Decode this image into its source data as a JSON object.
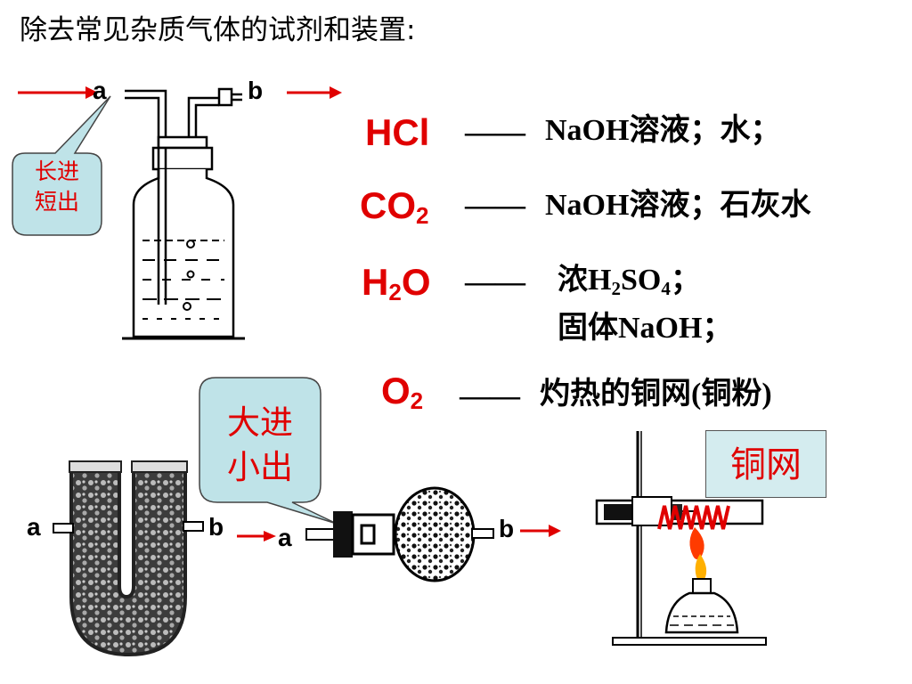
{
  "title": "除去常见杂质气体的试剂和装置:",
  "rows": [
    {
      "formula": "HCl",
      "subscript": "",
      "dash": "——",
      "reagent_line1": "NaOH溶液；水；"
    },
    {
      "formula": "CO",
      "subscript": "2",
      "dash": "——",
      "reagent_line1": "NaOH溶液；石灰水"
    },
    {
      "formula_a": "H",
      "subscript": "2",
      "formula_b": "O",
      "dash": "——",
      "reagent_a": "浓H",
      "reagent_sub1": "2",
      "reagent_b": "SO",
      "reagent_sub2": "4",
      "reagent_c": "；",
      "reagent_line2": "固体NaOH；"
    },
    {
      "formula": "O",
      "subscript": "2",
      "dash": "——",
      "reagent_line1": "灼热的铜网(铜粉)"
    }
  ],
  "bottle": {
    "inlet_label": "a",
    "outlet_label": "b",
    "callout": [
      "长进",
      "短出"
    ]
  },
  "utube": {
    "inlet_label": "a",
    "outlet_label": "b"
  },
  "drying_tube": {
    "inlet_label": "a",
    "outlet_label": "b",
    "callout": [
      "大进",
      "小出"
    ]
  },
  "copper_setup": {
    "box_label": "铜网"
  },
  "colors": {
    "accent_red": "#e00000",
    "callout_fill": "#bfe3e8",
    "box_fill": "#d4ecef"
  }
}
